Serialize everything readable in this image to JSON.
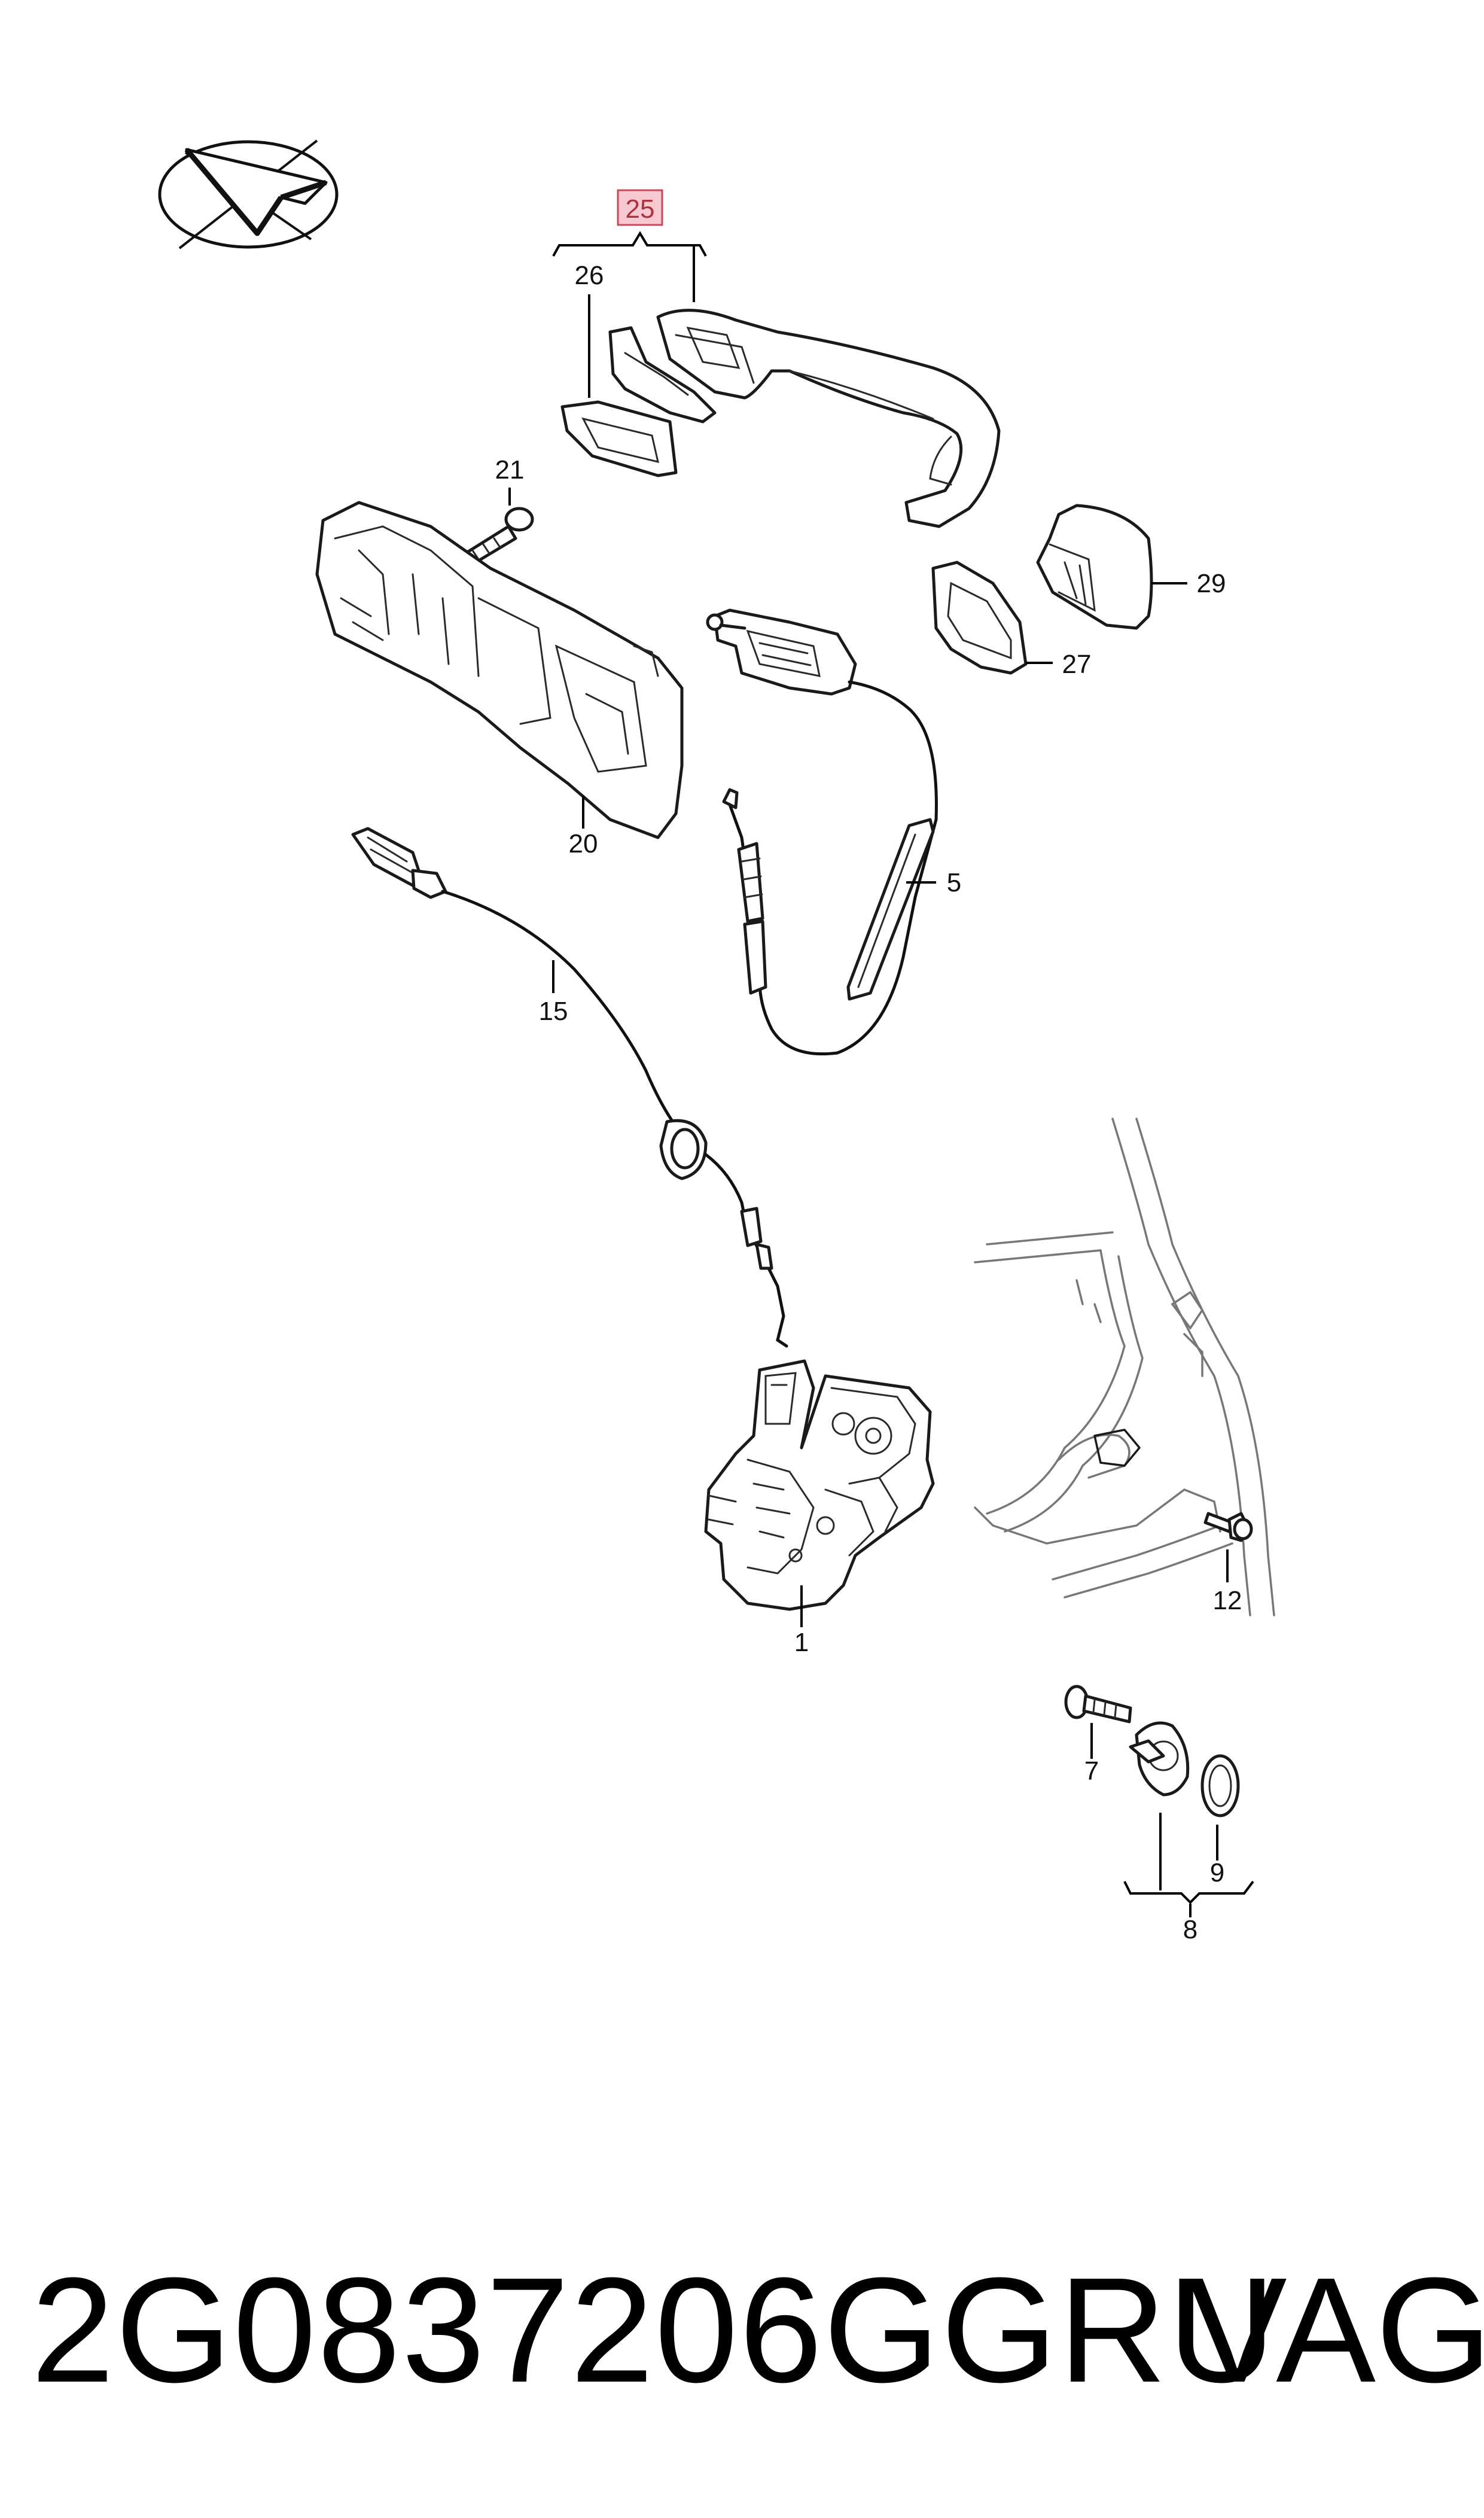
{
  "diagram": {
    "callouts": {
      "c25": "25",
      "c26": "26",
      "c21": "21",
      "c29": "29",
      "c27": "27",
      "c20": "20",
      "c5": "5",
      "c15": "15",
      "c12": "12",
      "c1": "1",
      "c7": "7",
      "c9": "9",
      "c8": "8"
    },
    "highlight_color": "#f6c8d0",
    "orientation_icon": "direction-arrow-icon"
  },
  "footer": {
    "part_number": "2G0837206GGRU",
    "brand": "VAG"
  }
}
